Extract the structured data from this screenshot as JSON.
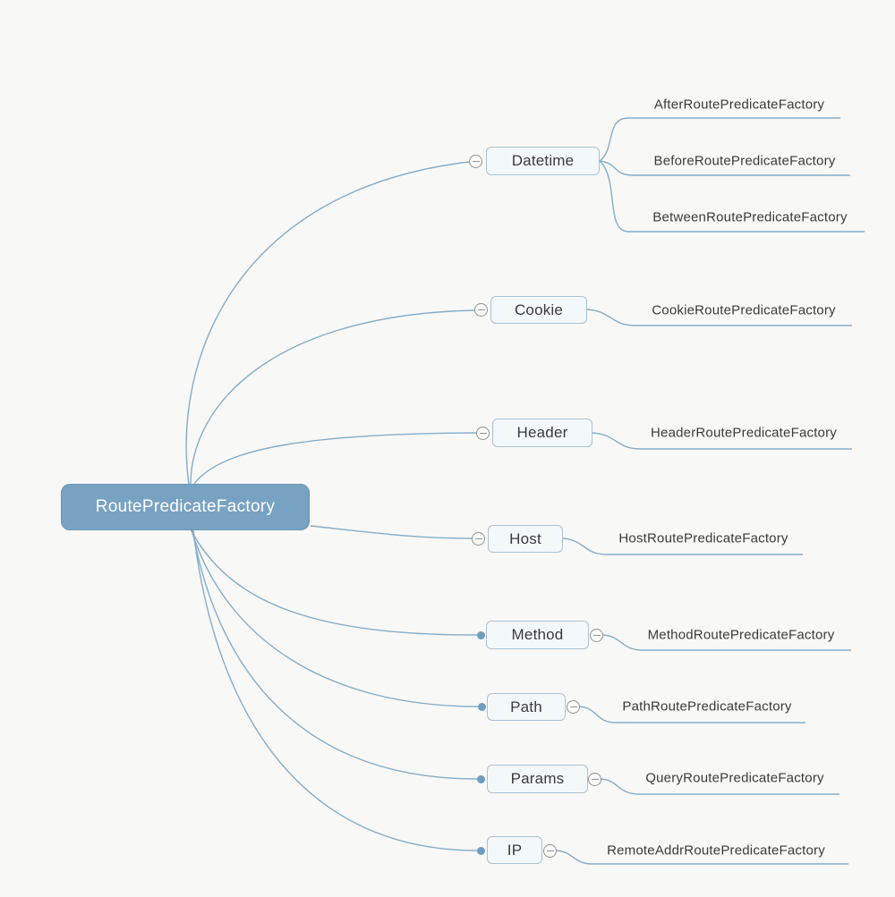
{
  "root": {
    "label": "RoutePredicateFactory"
  },
  "branches": [
    {
      "label": "Datetime",
      "toggle_side": "left",
      "children": [
        "AfterRoutePredicateFactory",
        "BeforeRoutePredicateFactory",
        "BetweenRoutePredicateFactory"
      ]
    },
    {
      "label": "Cookie",
      "toggle_side": "left",
      "children": [
        "CookieRoutePredicateFactory"
      ]
    },
    {
      "label": "Header",
      "toggle_side": "left",
      "children": [
        "HeaderRoutePredicateFactory"
      ]
    },
    {
      "label": "Host",
      "toggle_side": "left",
      "children": [
        "HostRoutePredicateFactory"
      ]
    },
    {
      "label": "Method",
      "toggle_side": "right",
      "children": [
        "MethodRoutePredicateFactory"
      ]
    },
    {
      "label": "Path",
      "toggle_side": "right",
      "children": [
        "PathRoutePredicateFactory"
      ]
    },
    {
      "label": "Params",
      "toggle_side": "right",
      "children": [
        "QueryRoutePredicateFactory"
      ]
    },
    {
      "label": "IP",
      "toggle_side": "right",
      "children": [
        "RemoteAddrRoutePredicateFactory"
      ]
    }
  ],
  "icons": {
    "collapse": "minus-icon",
    "attach": "branch-dot"
  },
  "colors": {
    "background": "#f8f8f6",
    "root_fill": "#78a2c2",
    "root_text": "#ffffff",
    "topic_fill": "#f3f8fb",
    "topic_border": "#a8c2d4",
    "topic_text": "#3a3a3a",
    "connector": "#84adca",
    "toggle_border": "#919191",
    "dot_fill": "#6e9dbf"
  }
}
